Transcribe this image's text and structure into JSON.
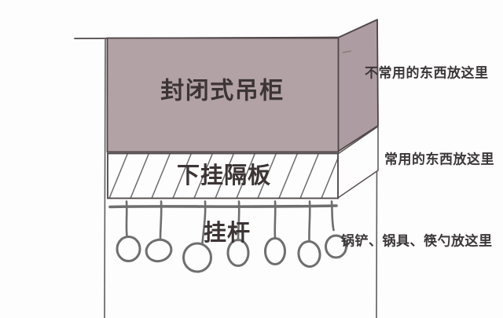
{
  "labels": {
    "cabinet": "封闭式吊柜",
    "shelf": "下挂隔板",
    "rod": "挂杆"
  },
  "annotations": {
    "top": "不常用的东西放这里",
    "middle": "常用的东西放这里",
    "bottom": "锅铲、锅具、筷勺放这里"
  },
  "colors": {
    "cabinet_front": "#b2a2a6",
    "cabinet_side": "#ad9da2",
    "outline": "#4e4547",
    "sketch_gray": "#6e6e6e",
    "label_text": "#3c3435",
    "annotation_text": "#3b3738",
    "background": "#fdfdfd"
  }
}
